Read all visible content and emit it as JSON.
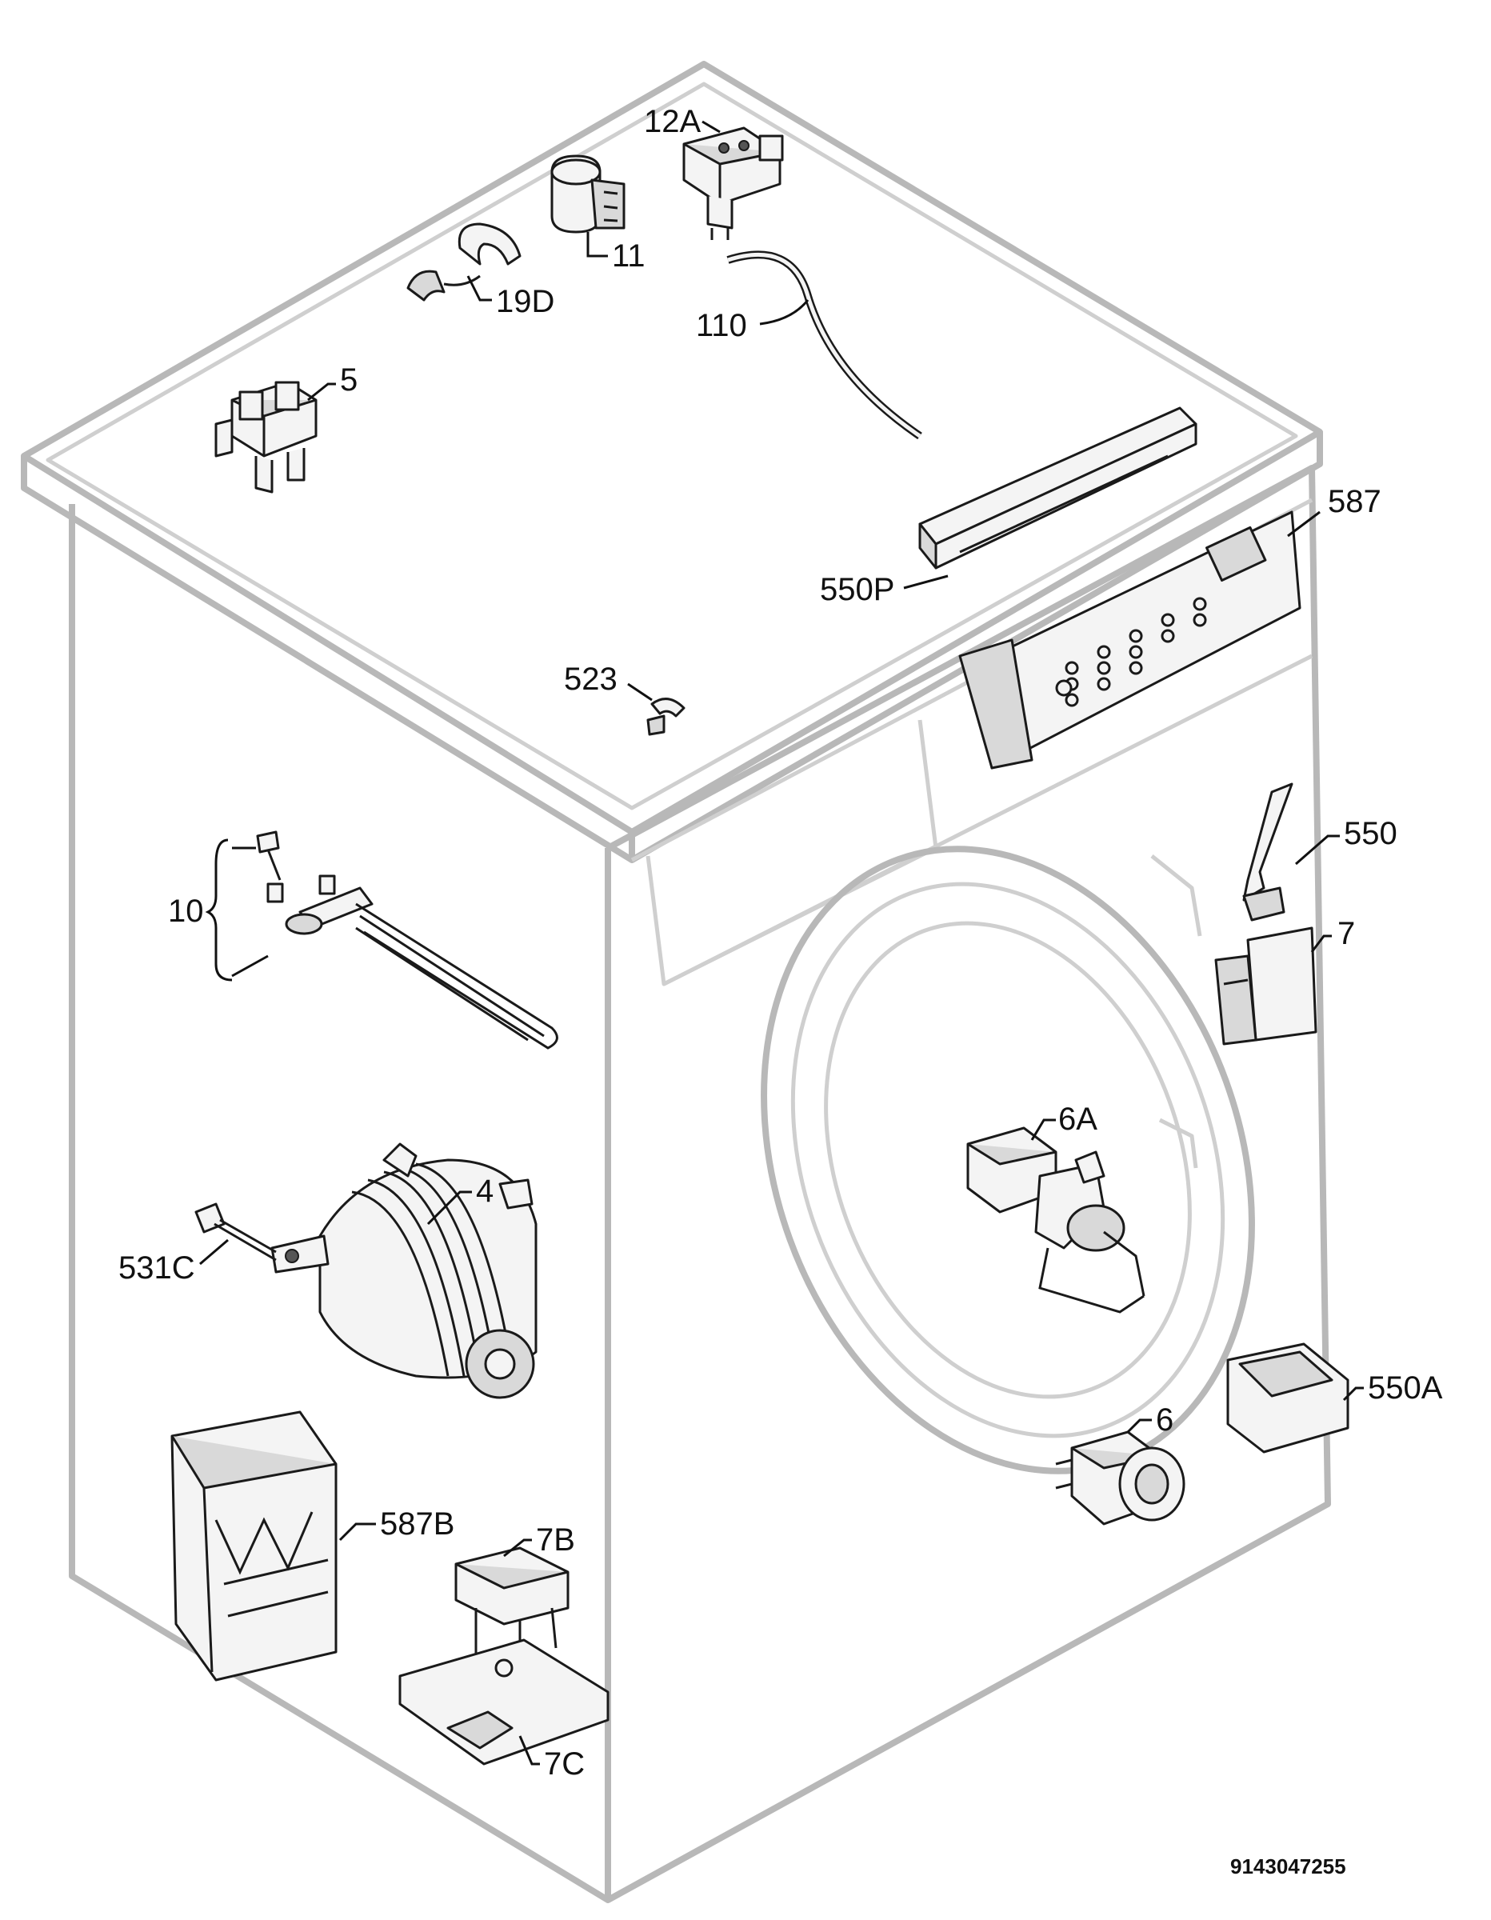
{
  "labels": {
    "p12a": "12A",
    "p11": "11",
    "p19d": "19D",
    "p110": "110",
    "p5": "5",
    "p587": "587",
    "p550p": "550P",
    "p523": "523",
    "p550": "550",
    "p10": "10",
    "p7": "7",
    "p6a": "6A",
    "p4": "4",
    "p531c": "531C",
    "p550a": "550A",
    "p6": "6",
    "p587b": "587B",
    "p7b": "7B",
    "p7c": "7C"
  },
  "document_number": "9143047255",
  "colors": {
    "cabinet_outline": "#b8b8b8",
    "part_stroke": "#1a1a1a",
    "label_text": "#111111"
  }
}
